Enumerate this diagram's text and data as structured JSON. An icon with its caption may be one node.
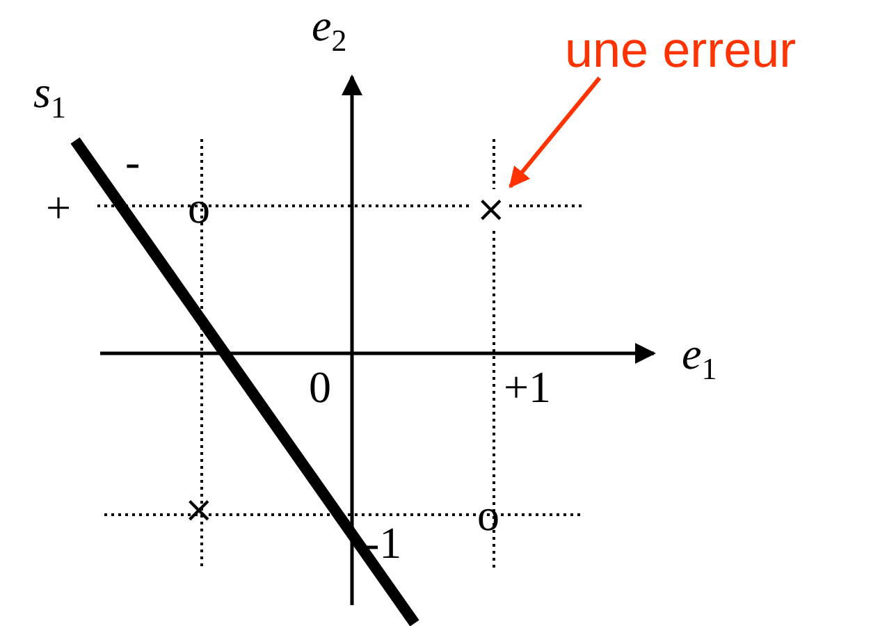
{
  "diagram": {
    "nodes": [
      {
        "text": [
          "une erreur"
        ]
      },
      {
        "text": [
          "×"
        ]
      }
    ],
    "edges": [
      {
        "from": 0,
        "to": 1,
        "arrow": "to",
        "color": "#ff3300"
      }
    ],
    "labels": [
      "e$_{2}$",
      "s$_{1}$",
      "-",
      "+",
      "o",
      "e$_{1}$",
      "0",
      "+1",
      "×",
      "o",
      "-1"
    ]
  }
}
